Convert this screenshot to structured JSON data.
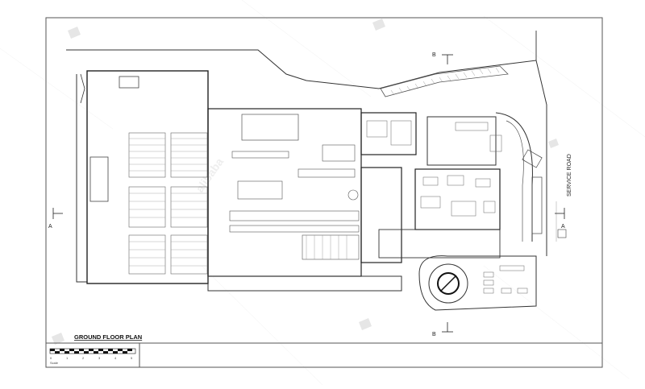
{
  "drawing": {
    "title": "GROUND FLOOR PLAN",
    "service_road": "SERVICE ROAD",
    "section_a_left": "A",
    "section_a_right": "A",
    "section_b_top": "B",
    "section_b_bottom": "B",
    "watermark": "alibaba"
  },
  "scale_bar": {
    "ticks": [
      "0",
      "1",
      "2",
      "3",
      "4",
      "5"
    ],
    "unit": "Scale"
  }
}
